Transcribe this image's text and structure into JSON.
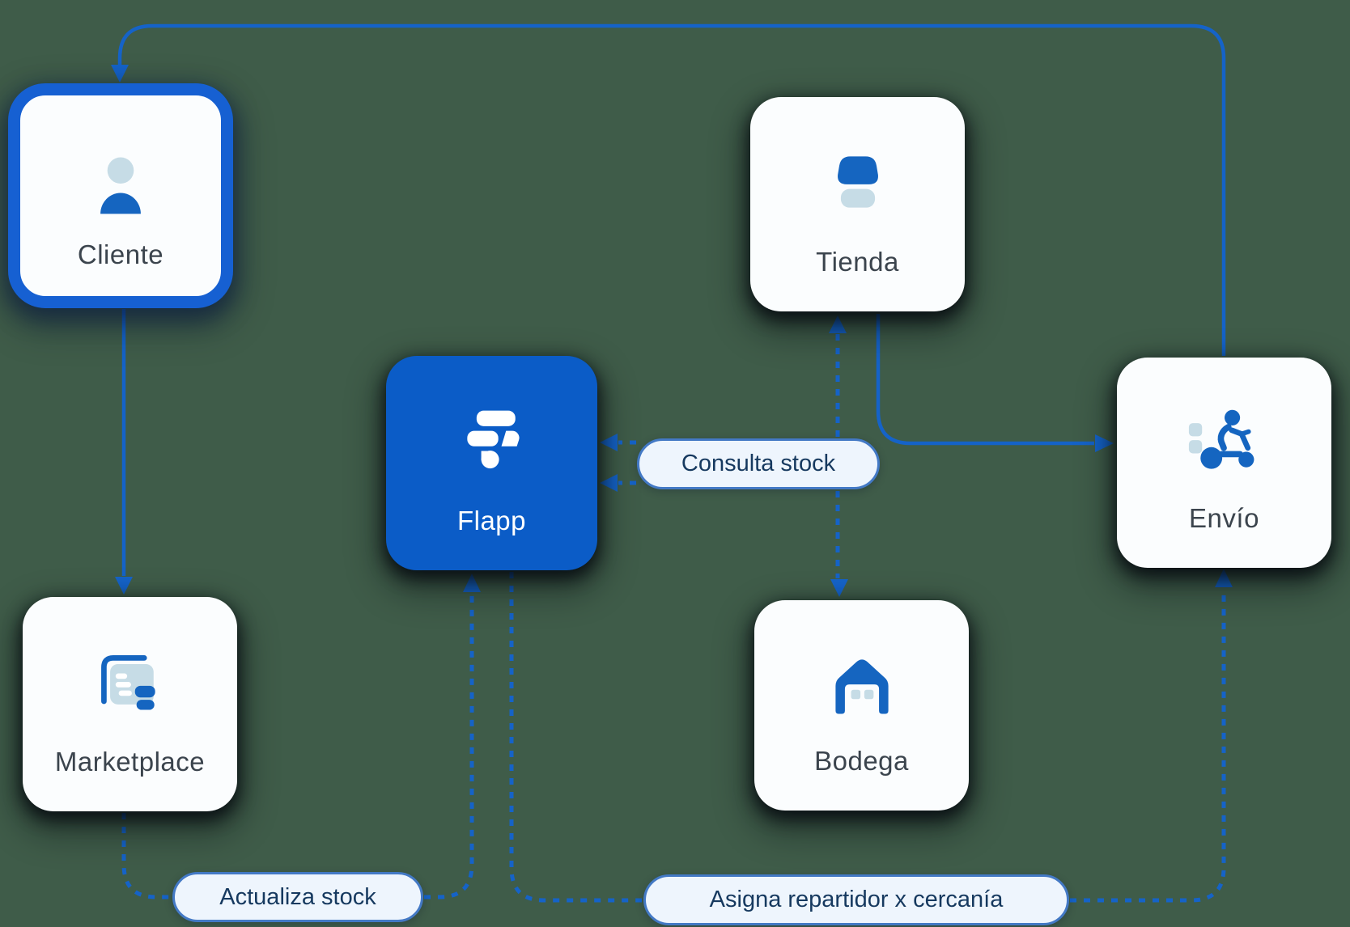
{
  "diagram": {
    "title": "Flapp order and stock flow diagram",
    "colors": {
      "bg": "#3F5C49",
      "line": "#1563C8",
      "card-bg": "#FBFDFE",
      "card-text": "#3B444D",
      "flapp-bg": "#0B5CC7",
      "flapp-text": "#FFFFFF",
      "cliente-border": "#1660D2",
      "icon-blue": "#1565C0",
      "icon-pale": "#C6DCE6",
      "pill-bg": "#EEF5FD",
      "pill-border": "#4379C5",
      "pill-text": "#16395F"
    },
    "nodes": [
      {
        "id": "cliente",
        "label": "Cliente",
        "icon": "person-icon",
        "highlighted": true
      },
      {
        "id": "tienda",
        "label": "Tienda",
        "icon": "storefront-icon"
      },
      {
        "id": "flapp",
        "label": "Flapp",
        "icon": "flapp-logo",
        "variant": "primary"
      },
      {
        "id": "envio",
        "label": "Envío",
        "icon": "delivery-scooter-icon"
      },
      {
        "id": "marketplace",
        "label": "Marketplace",
        "icon": "marketplace-icon"
      },
      {
        "id": "bodega",
        "label": "Bodega",
        "icon": "warehouse-icon"
      }
    ],
    "edge_labels": [
      {
        "id": "consulta",
        "text": "Consulta stock"
      },
      {
        "id": "actualiza",
        "text": "Actualiza stock"
      },
      {
        "id": "asigna",
        "text": "Asigna repartidor x cercanía"
      }
    ],
    "edges": [
      {
        "from": "envio",
        "to": "cliente",
        "style": "solid"
      },
      {
        "from": "cliente",
        "to": "marketplace",
        "style": "solid"
      },
      {
        "from": "tienda",
        "to": "envio",
        "style": "solid"
      },
      {
        "from": "flapp",
        "to": "tienda",
        "style": "dashed",
        "label": "Consulta stock",
        "bidirectional": true
      },
      {
        "from": "flapp",
        "to": "bodega",
        "style": "dashed",
        "label": "Consulta stock",
        "bidirectional": true
      },
      {
        "from": "marketplace",
        "to": "flapp",
        "style": "dashed",
        "label": "Actualiza stock"
      },
      {
        "from": "flapp",
        "to": "envio",
        "style": "dashed",
        "label": "Asigna repartidor x cercanía"
      }
    ]
  }
}
